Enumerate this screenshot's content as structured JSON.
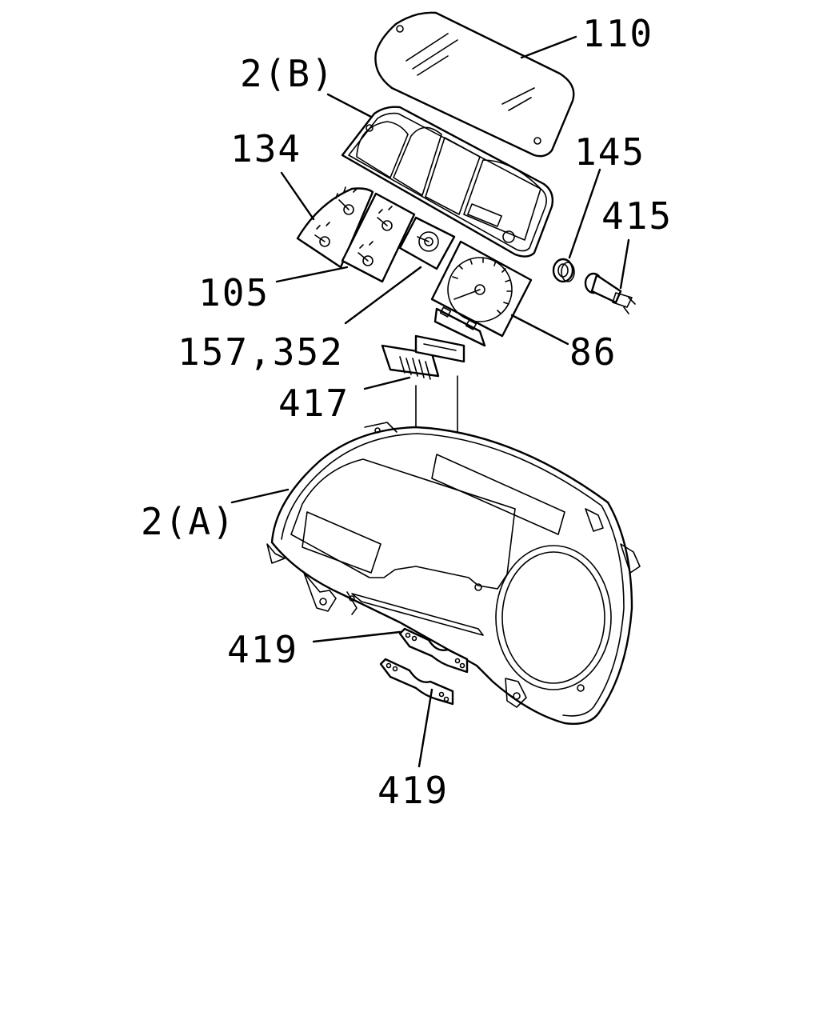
{
  "labels": {
    "l110": "110",
    "l2b": "2(B)",
    "l134": "134",
    "l145": "145",
    "l415": "415",
    "l105": "105",
    "l157": "157,352",
    "l86": "86",
    "l417": "417",
    "l2a": "2(A)",
    "l419a": "419",
    "l419b": "419"
  }
}
